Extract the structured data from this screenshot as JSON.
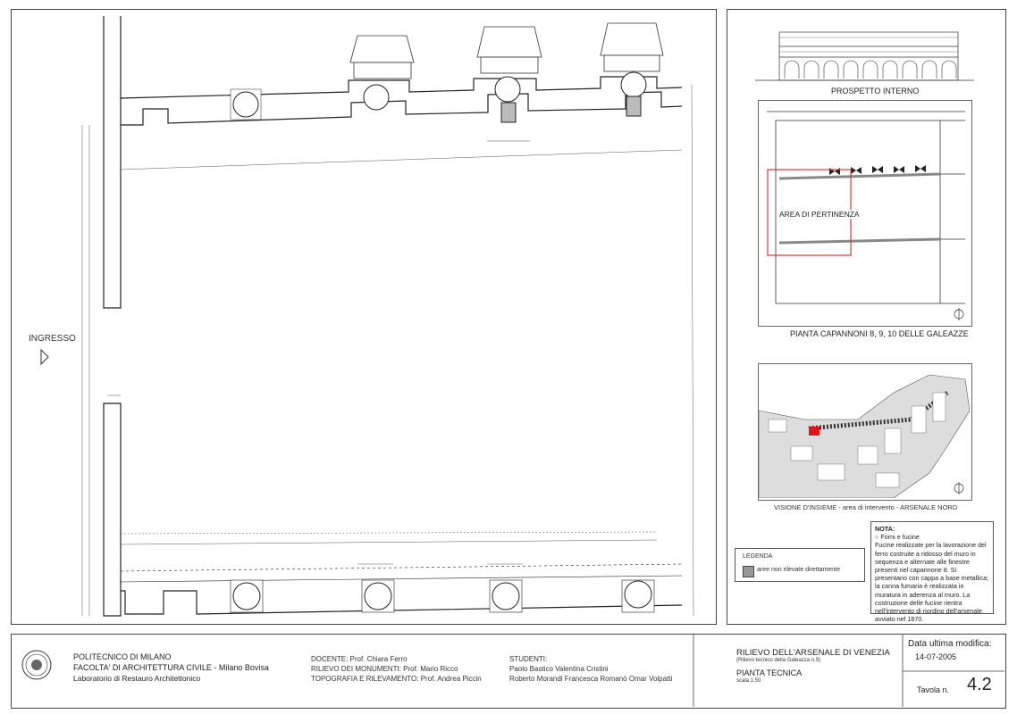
{
  "plan": {
    "entrance_label": "INGRESSO"
  },
  "right_column": {
    "elevation_caption": "PROSPETTO INTERNO",
    "plan_caption": "PIANTA CAPANNONI 8, 9, 10 DELLE GALEAZZE",
    "area_label": "AREA DI PERTINENZA",
    "map_caption": "VISIONE D'INSIEME - area di intervento - ARSENALE NORD",
    "legend_title": "LEGENDA",
    "legend_item": "aree non rilevate direttamente",
    "note_title": "NOTA:",
    "note_subtitle": "Forni e fucine",
    "note_body": "Fucine realizzate per la lavorazione del ferro costruite a ridosso del muro in sequenza e alternate alle finestre presenti nel capannone 8. Si presentano con cappa a base metallica; la canna fumaria è realizzata in muratura in aderenza al muro. La costruzione delle fucine rientra nell'intervento di riordino dell'arsenale avviato nel 1870.",
    "colors": {
      "area_highlight": "#d83a3a",
      "map_marker": "#e0141e",
      "legend_swatch": "#999999"
    }
  },
  "title_block": {
    "institution_1": "POLITECNICO DI MILANO",
    "institution_2": "FACOLTA' DI ARCHITETTURA CIVILE - Milano Bovisa",
    "institution_3": "Laboratorio di Restauro Architettonico",
    "docente": "DOCENTE: Prof. Chiara Ferro",
    "rilievo": "RILIEVO DEI MONUMENTI: Prof. Mario Ricco",
    "topografia": "TOPOGRAFIA E RILEVAMENTO: Prof. Andrea Piccin",
    "students_label": "STUDENTI:",
    "students_line_1": "Paolo Bastico   Valentina Cristini",
    "students_line_2": "Roberto Morandi   Francesca Romanò   Omar Volpatti",
    "project_title": "RILIEVO DELL'ARSENALE DI VENEZIA",
    "project_subtitle": "(Rilievo tecnico della Galeazza n.9)",
    "drawing_title": "PIANTA TECNICA",
    "scale": "scala 1:50",
    "date_label": "Data ultima modifica:",
    "date_value": "14-07-2005",
    "sheet_label": "Tavola n.",
    "sheet_value": "4.2"
  }
}
